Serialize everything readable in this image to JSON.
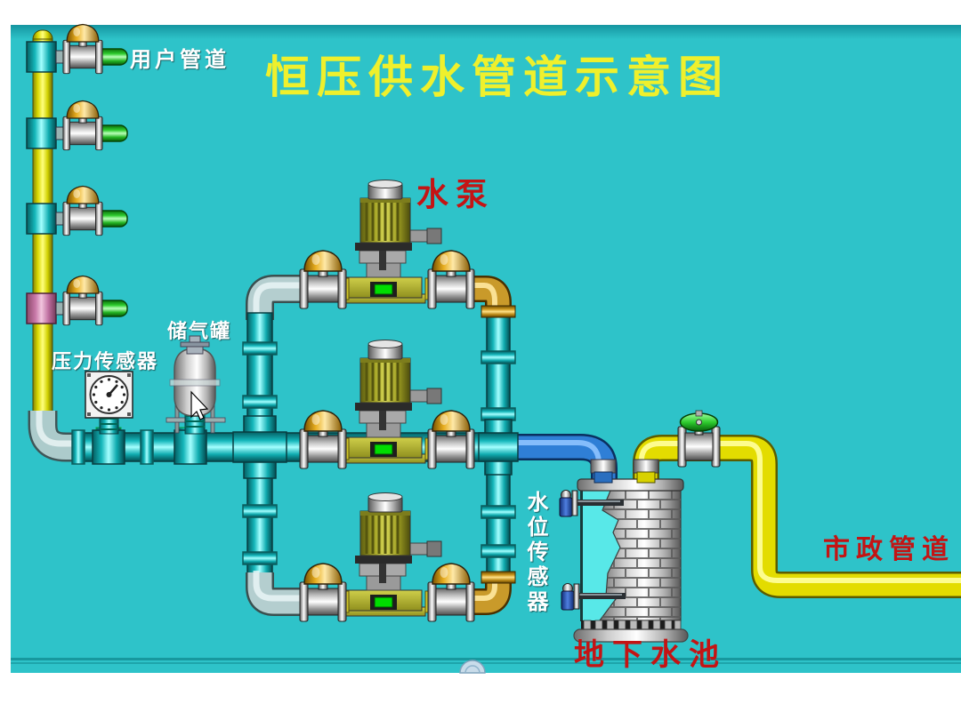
{
  "window": {
    "frame_background": "#ffffff",
    "canvas_background": "#2ec3c9"
  },
  "title": {
    "text": "恒压供水管道示意图",
    "color": "#eff02c"
  },
  "labels": {
    "user_pipeline": {
      "text": "用户管道",
      "color": "#ffffff"
    },
    "pump": {
      "text": "水泵",
      "color": "#c41414"
    },
    "air_tank": {
      "text": "储气罐",
      "color": "#ffffff"
    },
    "pressure_sensor": {
      "text": "压力传感器",
      "color": "#ffffff"
    },
    "water_level_sensor": {
      "text": "水位传感器",
      "color": "#ffffff"
    },
    "underground_pool": {
      "text": "地下水池",
      "color": "#c41414"
    },
    "municipal_pipeline": {
      "text": "市政管道",
      "color": "#c41414"
    }
  },
  "equipment": {
    "pumps": {
      "count": 3,
      "status": "running",
      "status_light_color": "#00dd00"
    },
    "user_branch_valves": {
      "count": 4,
      "dome_color": "#d99a00"
    },
    "pump_isolation_valves": {
      "count": 6,
      "dome_color": "#d99a00"
    },
    "municipal_inlet_valve": {
      "handle_color": "#33cc33"
    },
    "pressure_gauge": {
      "shown": true
    },
    "air_tank": {
      "shown": true
    },
    "water_level_sensors": {
      "count": 2,
      "body_color": "#2f5fd0"
    },
    "underground_tank": {
      "water_color": "#58e8e8",
      "wall": "brick"
    }
  },
  "pipes": {
    "user_riser_color": "#e8e000",
    "branch_outlet_color": "#22cc22",
    "manifold_color": "#16c0c0",
    "suction_color": "#2f7fd6",
    "municipal_color": "#e8e000"
  },
  "cursor": {
    "visible": true
  }
}
